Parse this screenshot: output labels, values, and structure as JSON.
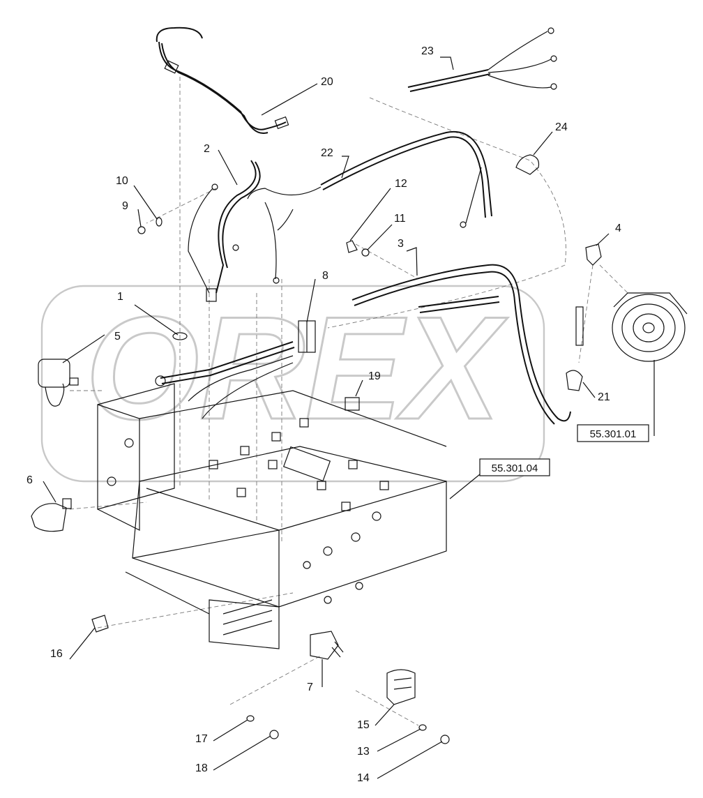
{
  "diagram": {
    "watermark": "OREX",
    "part_labels": [
      {
        "id": "lbl-1",
        "text": "1"
      },
      {
        "id": "lbl-2",
        "text": "2"
      },
      {
        "id": "lbl-3",
        "text": "3"
      },
      {
        "id": "lbl-4",
        "text": "4"
      },
      {
        "id": "lbl-5",
        "text": "5"
      },
      {
        "id": "lbl-6",
        "text": "6"
      },
      {
        "id": "lbl-7",
        "text": "7"
      },
      {
        "id": "lbl-8",
        "text": "8"
      },
      {
        "id": "lbl-9",
        "text": "9"
      },
      {
        "id": "lbl-10",
        "text": "10"
      },
      {
        "id": "lbl-11",
        "text": "11"
      },
      {
        "id": "lbl-12",
        "text": "12"
      },
      {
        "id": "lbl-13",
        "text": "13"
      },
      {
        "id": "lbl-14",
        "text": "14"
      },
      {
        "id": "lbl-15",
        "text": "15"
      },
      {
        "id": "lbl-16",
        "text": "16"
      },
      {
        "id": "lbl-17",
        "text": "17"
      },
      {
        "id": "lbl-18",
        "text": "18"
      },
      {
        "id": "lbl-19",
        "text": "19"
      },
      {
        "id": "lbl-20",
        "text": "20"
      },
      {
        "id": "lbl-21",
        "text": "21"
      },
      {
        "id": "lbl-22",
        "text": "22"
      },
      {
        "id": "lbl-23",
        "text": "23"
      },
      {
        "id": "lbl-24",
        "text": "24"
      }
    ],
    "reference_boxes": {
      "alternator_ref": "55.301.01",
      "battery_tray_ref": "55.301.04"
    }
  }
}
